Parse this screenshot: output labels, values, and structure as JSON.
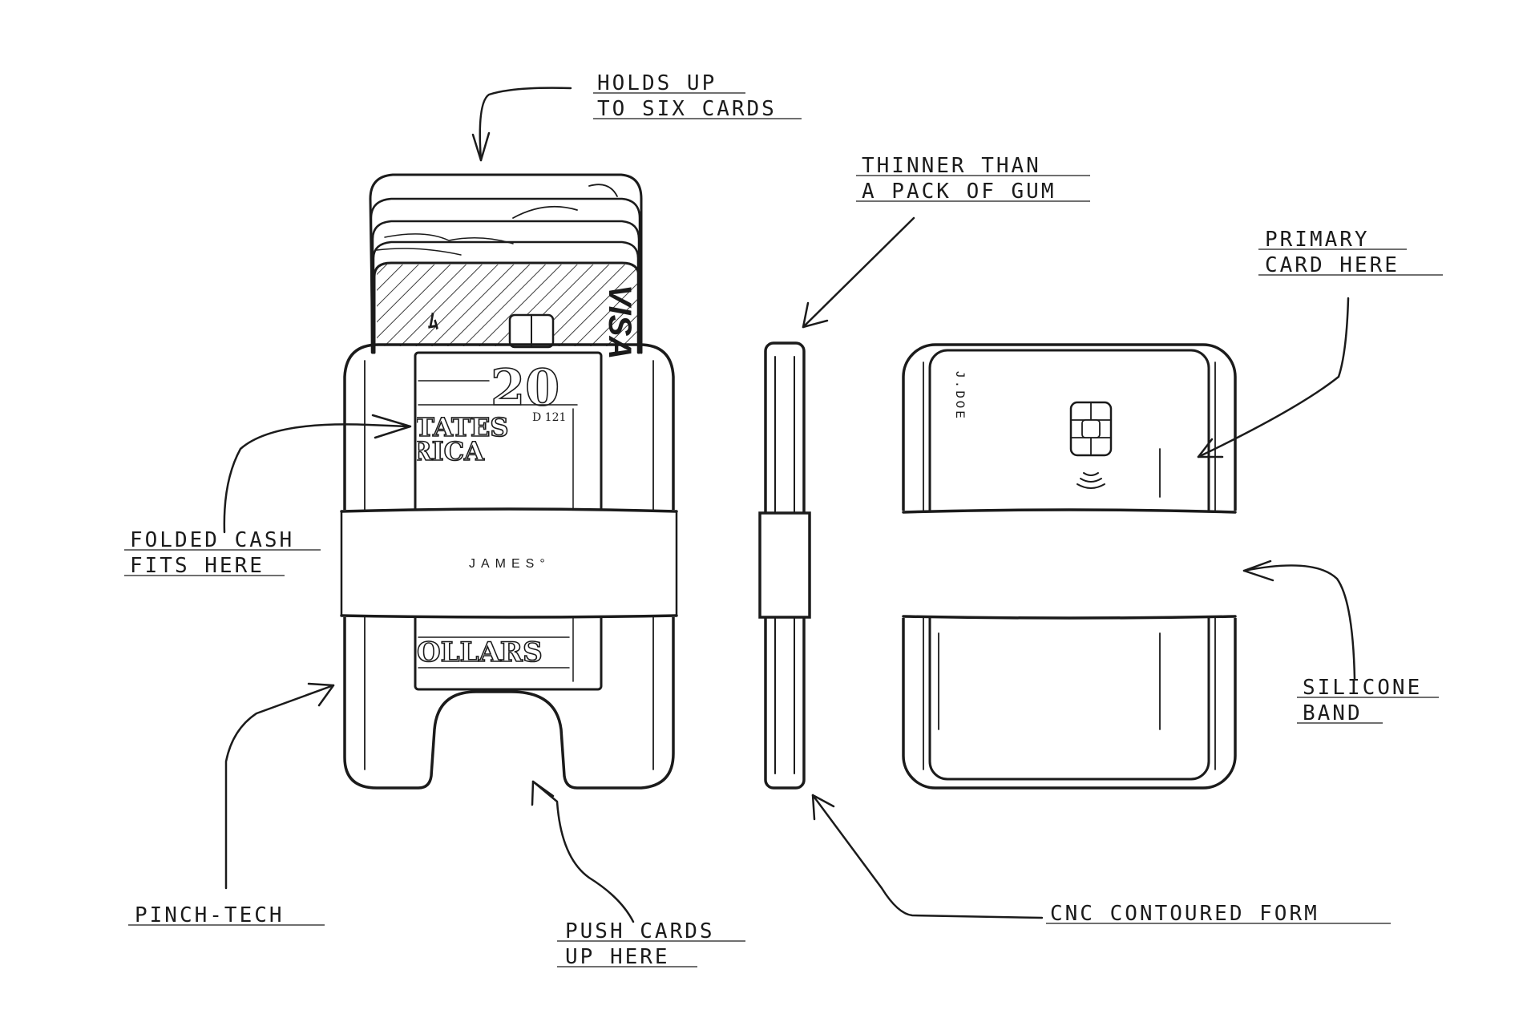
{
  "callouts": {
    "holds": [
      "HOLDS UP",
      "TO SIX CARDS"
    ],
    "thinner": [
      "THINNER THAN",
      "A PACK OF GUM"
    ],
    "primary": [
      "PRIMARY",
      "CARD HERE"
    ],
    "cash": [
      "FOLDED CASH",
      "FITS HERE"
    ],
    "silicone": [
      "SILICONE",
      "BAND"
    ],
    "pinch": "PINCH-TECH",
    "push": [
      "PUSH CARDS",
      "UP HERE"
    ],
    "cnc": "CNC CONTOURED FORM"
  },
  "front": {
    "brand": "JAMES°",
    "bill_value": "20",
    "bill_serial": "D 121",
    "bill_text_top": "TATES",
    "bill_text_mid": "RICA",
    "bill_text_bottom": "OLLARS",
    "card_brand": "VISA"
  },
  "back": {
    "card_name": "J.DOE"
  },
  "icons": [
    "chip-icon",
    "contactless-icon",
    "arrow-icon"
  ],
  "colors": {
    "ink": "#1b1b1b",
    "paper": "#ffffff"
  }
}
